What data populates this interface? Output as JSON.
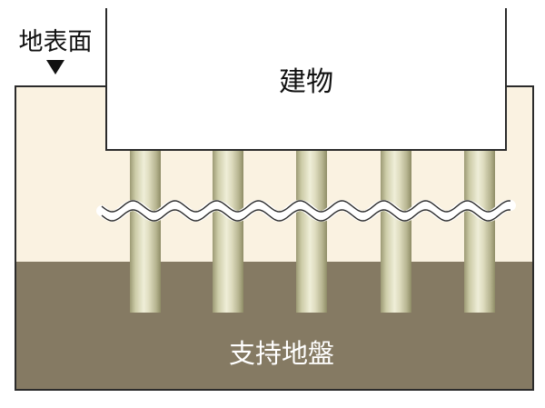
{
  "labels": {
    "ground_surface": "地表面",
    "building": "建物",
    "bearing_stratum": "支持地盤"
  },
  "colors": {
    "soil_top": "#faf2e1",
    "bearing_layer": "#857a63",
    "building_fill": "#ffffff",
    "outline": "#2b2b2b",
    "pile_light": "#ecebd3",
    "pile_mid": "#cfcda9",
    "pile_dark": "#98966f",
    "marker": "#111111",
    "bearing_text": "#ffffff"
  },
  "piles": {
    "count": 5
  }
}
